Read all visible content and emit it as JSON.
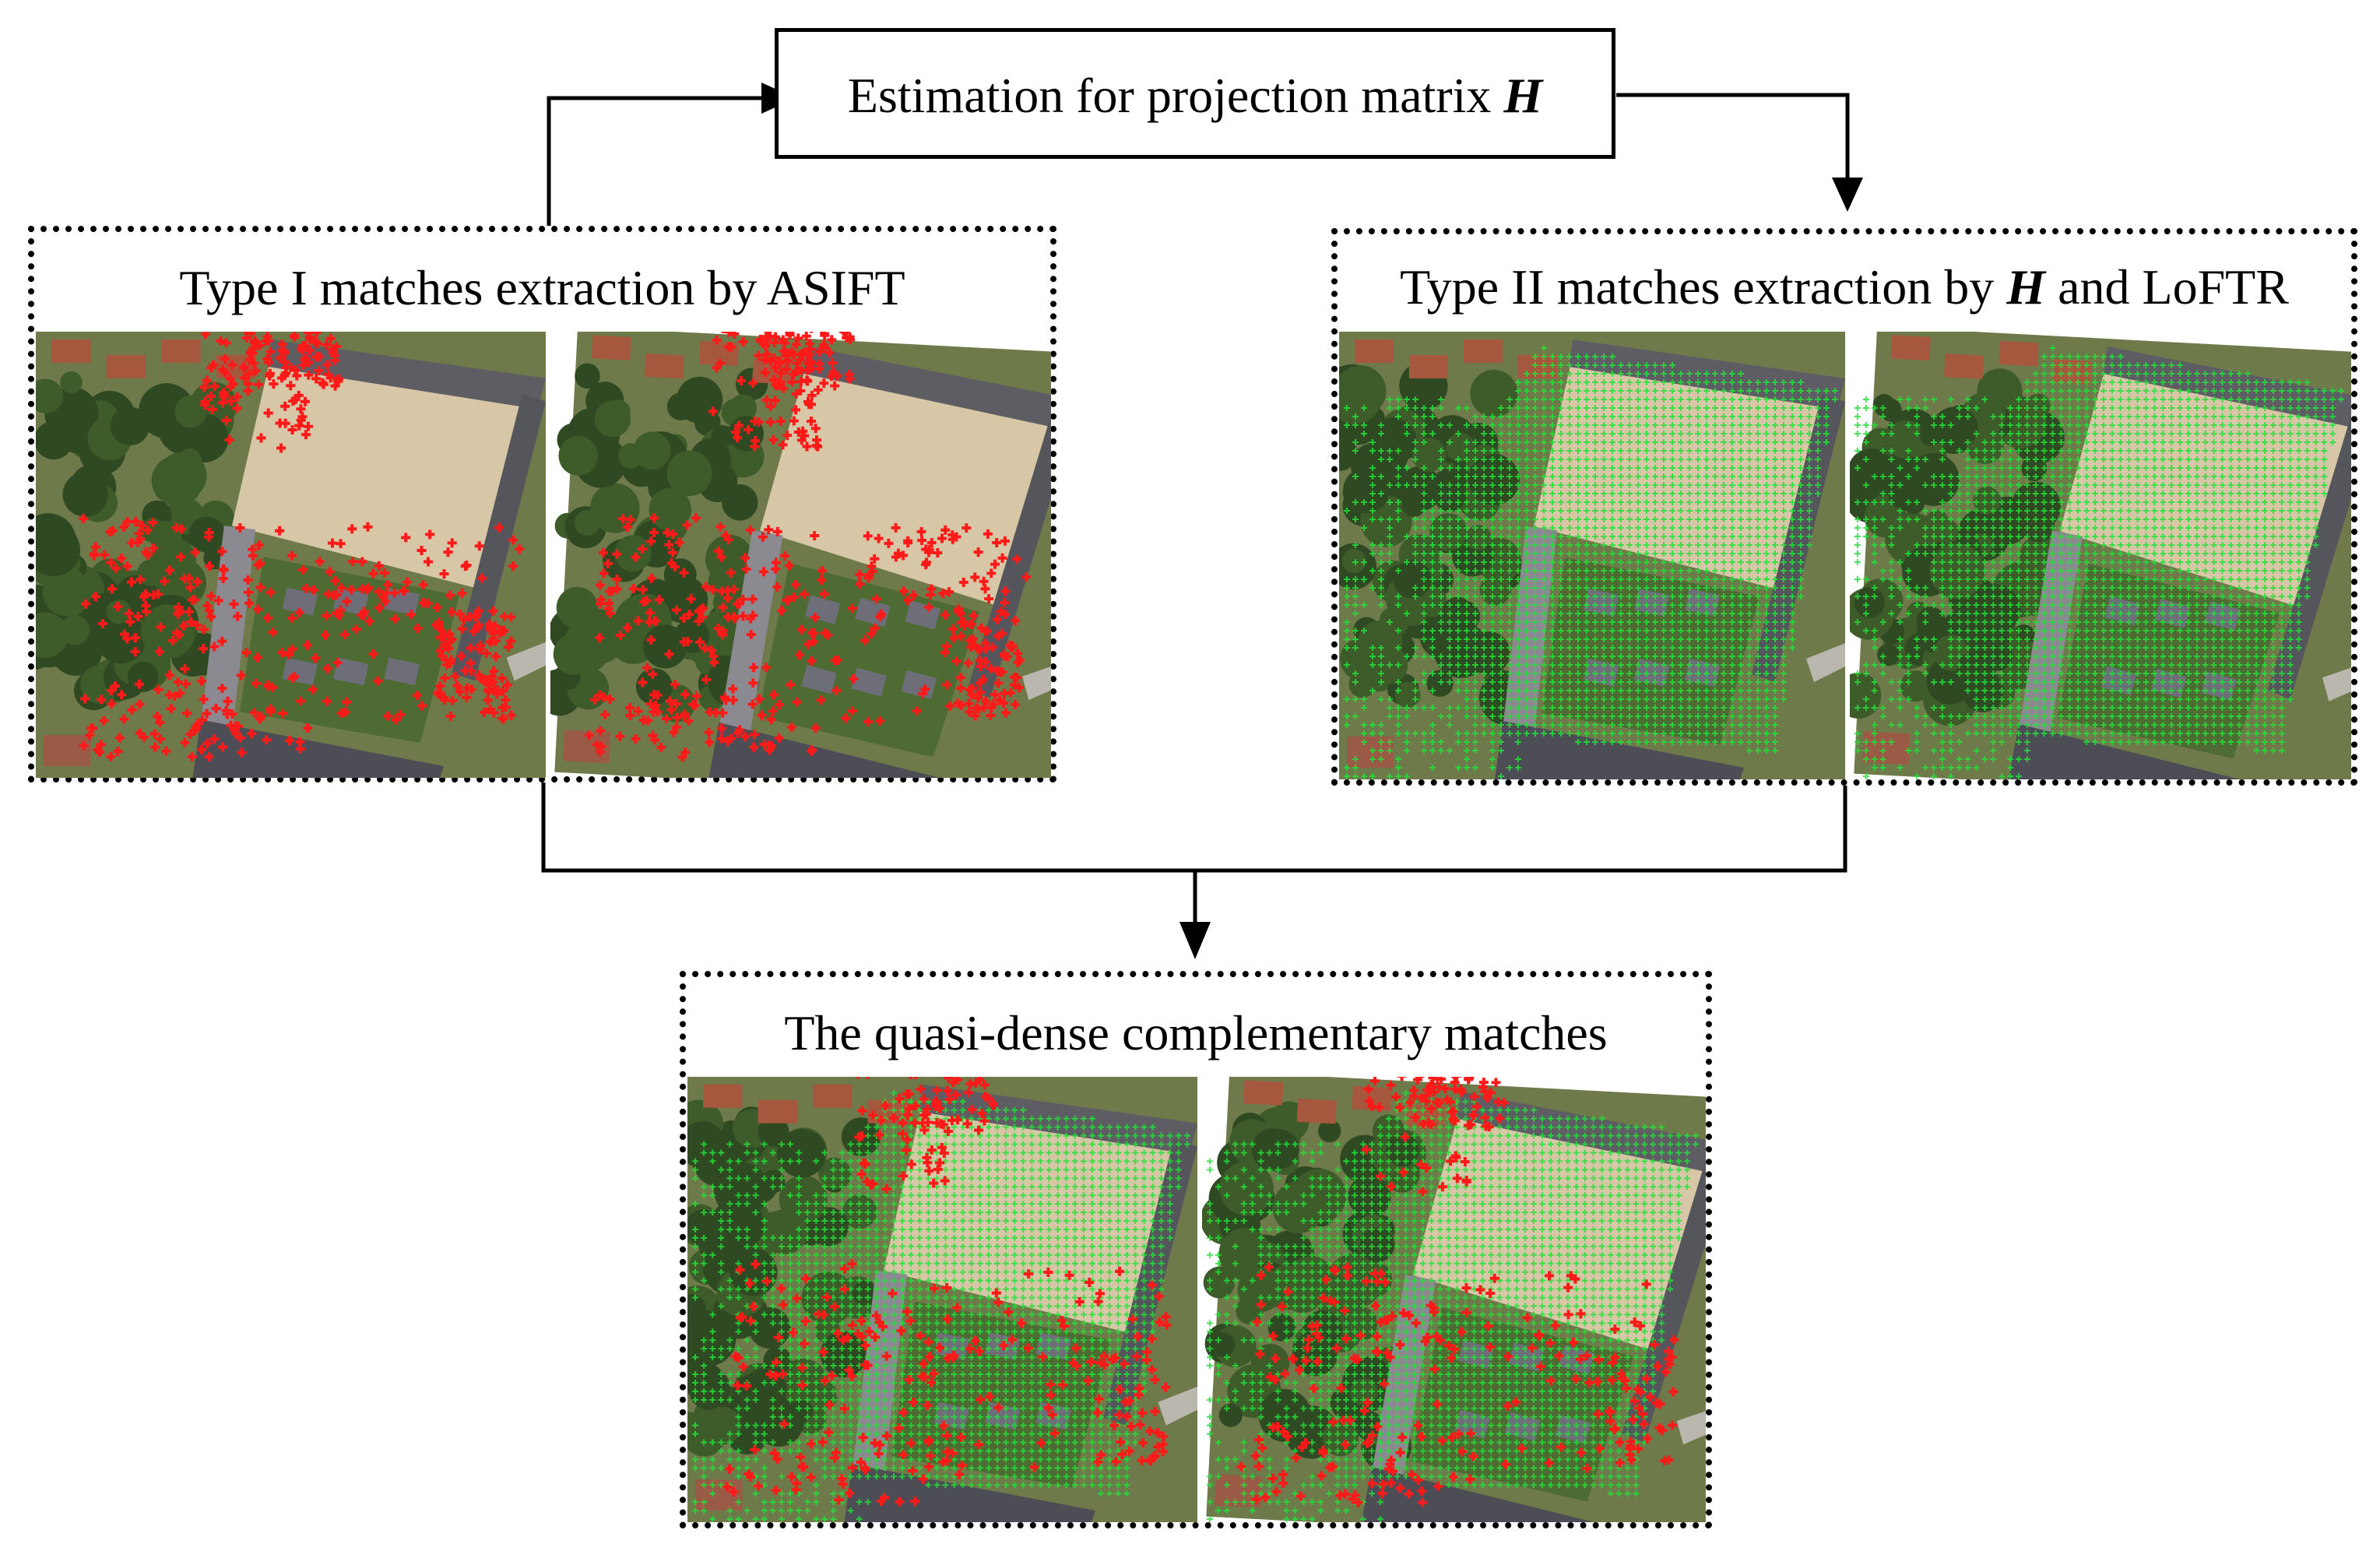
{
  "nodes": {
    "estimation": {
      "prefix": "Estimation  for  projection  matrix ",
      "symbol": "H"
    },
    "type1": {
      "title": "Type I  matches  extraction  by  ASIFT"
    },
    "type2": {
      "prefix": "Type II  matches  extraction  by ",
      "symbol": "H",
      "suffix": " and  LoFTR"
    },
    "quasi": {
      "title": "The  quasi-dense  complementary  matches"
    }
  },
  "match_colors": {
    "type1": "#ff1a1a",
    "type2": "#22e03a"
  },
  "image_panels": [
    "type1-left",
    "type1-right",
    "type2-left",
    "type2-right",
    "quasi-left",
    "quasi-right"
  ]
}
